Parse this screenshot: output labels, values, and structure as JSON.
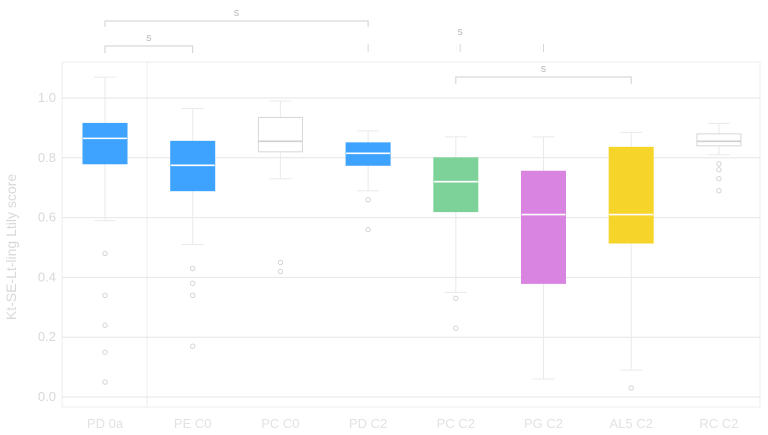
{
  "chart_data": {
    "type": "box",
    "ylabel": "Kt-SE-Lt-ling Ltily score",
    "ylim": [
      -0.02,
      1.12
    ],
    "yticks": [
      0.0,
      0.2,
      0.4,
      0.6,
      0.8,
      1.0
    ],
    "ytick_labels": [
      "0.0",
      "0.2",
      "0.4",
      "0.6",
      "0.8",
      "1.0"
    ],
    "grid": true,
    "categories": [
      "PD 0a",
      "PE C0",
      "PC C0",
      "PD C2",
      "PC C2",
      "PG C2",
      "AL5 C2",
      "RC C2"
    ],
    "boxes": [
      {
        "category": "PD 0a",
        "color": "#3ea2ff",
        "whisker_low": 0.59,
        "q1": 0.78,
        "median": 0.865,
        "q3": 0.915,
        "whisker_high": 1.07,
        "fliers": [
          0.48,
          0.34,
          0.24,
          0.15,
          0.05
        ]
      },
      {
        "category": "PE C0",
        "color": "#3ea2ff",
        "whisker_low": 0.51,
        "q1": 0.69,
        "median": 0.775,
        "q3": 0.855,
        "whisker_high": 0.965,
        "fliers": [
          0.43,
          0.38,
          0.34,
          0.17
        ]
      },
      {
        "category": "PC C0",
        "color": "#ffffff",
        "whisker_low": 0.73,
        "q1": 0.82,
        "median": 0.855,
        "q3": 0.935,
        "whisker_high": 0.99,
        "fliers": [
          0.45,
          0.42
        ]
      },
      {
        "category": "PD C2",
        "color": "#3ea2ff",
        "whisker_low": 0.69,
        "q1": 0.775,
        "median": 0.815,
        "q3": 0.85,
        "whisker_high": 0.89,
        "fliers": [
          0.66,
          0.56
        ]
      },
      {
        "category": "PC C2",
        "color": "#7dd29a",
        "whisker_low": 0.35,
        "q1": 0.62,
        "median": 0.72,
        "q3": 0.8,
        "whisker_high": 0.87,
        "fliers": [
          0.33,
          0.23
        ]
      },
      {
        "category": "PG C2",
        "color": "#d884e0",
        "whisker_low": 0.06,
        "q1": 0.38,
        "median": 0.61,
        "q3": 0.755,
        "whisker_high": 0.87,
        "fliers": []
      },
      {
        "category": "AL5 C2",
        "color": "#f7d42a",
        "whisker_low": 0.09,
        "q1": 0.515,
        "median": 0.61,
        "q3": 0.835,
        "whisker_high": 0.885,
        "fliers": [
          0.03
        ]
      },
      {
        "category": "RC C2",
        "color": "#ffffff",
        "whisker_low": 0.81,
        "q1": 0.84,
        "median": 0.855,
        "q3": 0.88,
        "whisker_high": 0.915,
        "fliers": [
          0.78,
          0.76,
          0.73,
          0.69
        ]
      }
    ],
    "significance": [
      {
        "from": 0,
        "to": 3,
        "label": "s",
        "tier": "top"
      },
      {
        "from": 0,
        "to": 1,
        "label": "s",
        "tier": "mid"
      },
      {
        "from": 4,
        "to": 6,
        "label": "s",
        "tier": "inner"
      }
    ],
    "extra_marks": [
      {
        "at": 3,
        "tier": "mid"
      },
      {
        "at": 4.05,
        "tier": "mid",
        "label": "s"
      },
      {
        "at": 5,
        "tier": "mid"
      }
    ]
  }
}
